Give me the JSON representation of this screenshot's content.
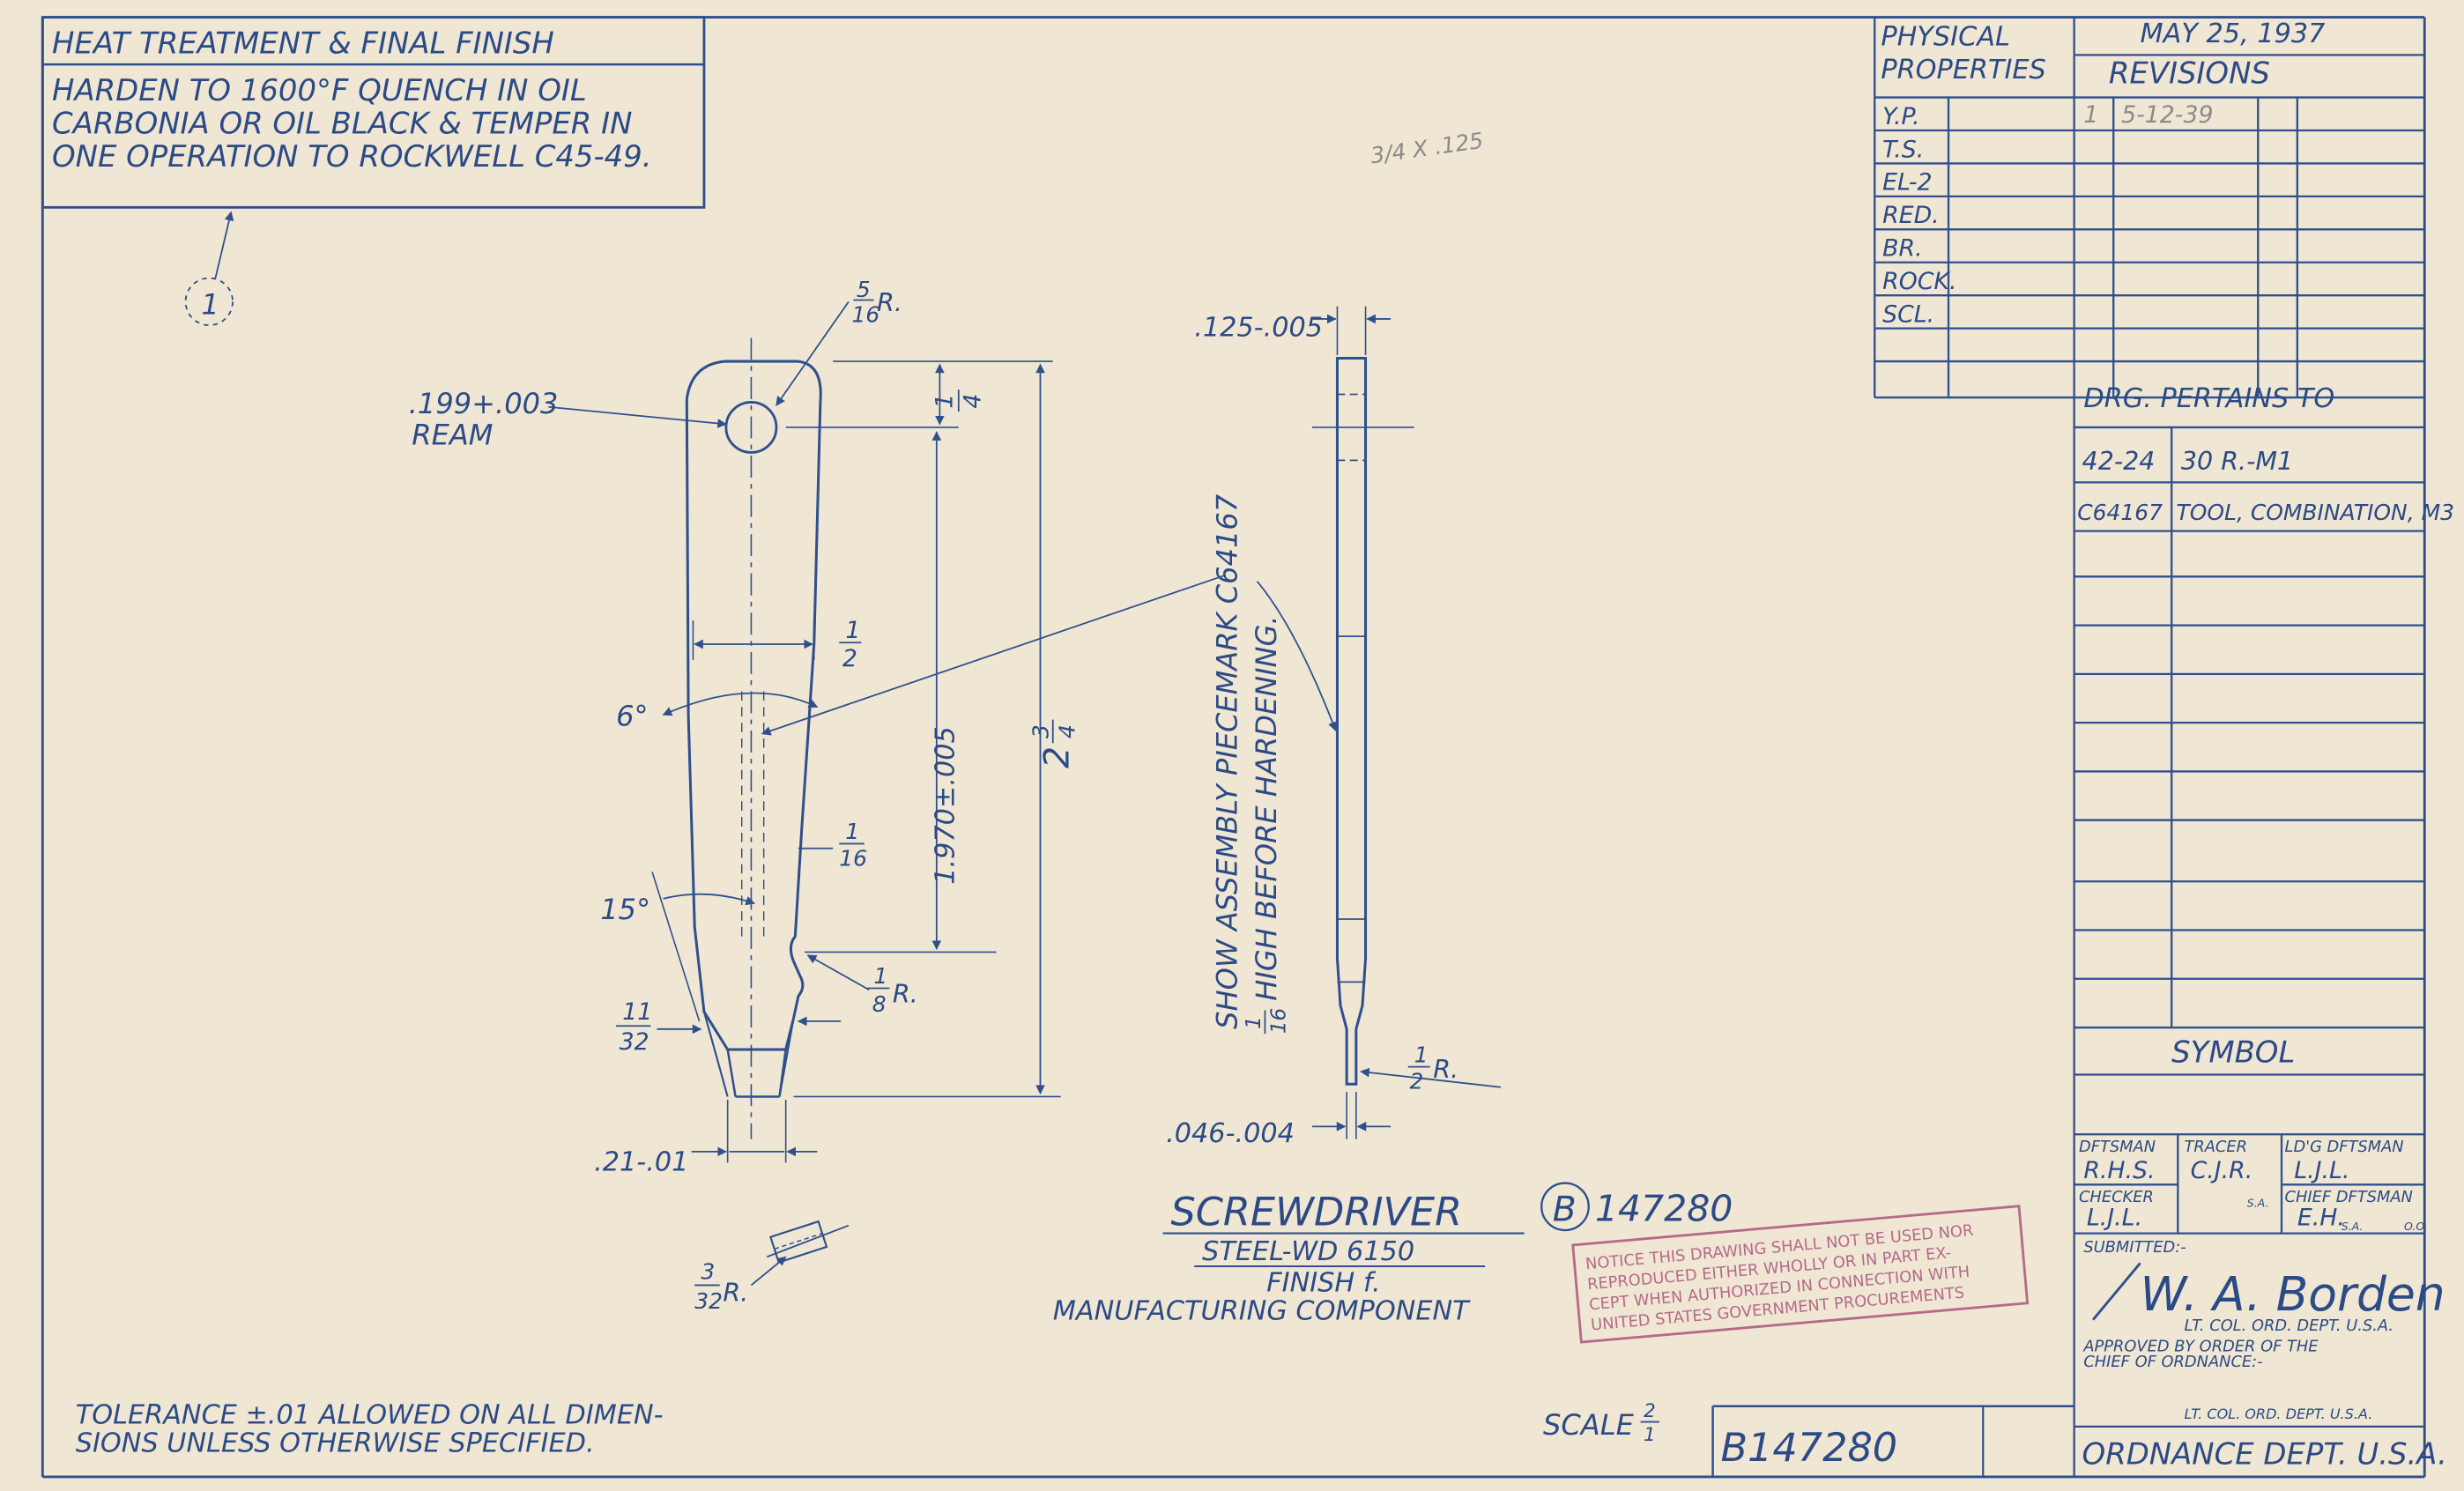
{
  "colors": {
    "paper": "#efe7d3",
    "ink": "#2f4f8e",
    "stamp": "#b56a8a",
    "pencil": "#8a8a8a"
  },
  "heat_treatment": {
    "title": "HEAT TREATMENT & FINAL FINISH",
    "lines": [
      "HARDEN TO 1600°F QUENCH IN OIL",
      "CARBONIA OR OIL BLACK & TEMPER IN",
      "ONE OPERATION TO ROCKWELL C45-49."
    ],
    "balloon": "1"
  },
  "pencil_note": "3/4 X .125",
  "physical_properties": {
    "title_line1": "PHYSICAL",
    "title_line2": "PROPERTIES",
    "rows": [
      "Y.P.",
      "T.S.",
      "EL-2",
      "RED.",
      "BR.",
      "ROCK.",
      "SCL."
    ]
  },
  "revisions": {
    "date": "MAY 25, 1937",
    "title": "REVISIONS",
    "entry_mark": "1",
    "entry_date": "5-12-39"
  },
  "pertains": {
    "title": "DRG. PERTAINS TO",
    "rows": [
      {
        "code": "42-24",
        "desc": "30 R.-M1"
      },
      {
        "code": "C64167",
        "desc": "TOOL, COMBINATION, M3"
      }
    ]
  },
  "symbol_label": "SYMBOL",
  "signoff": {
    "draftsman": "DFTSMAN",
    "tracer": "TRACER",
    "lds_draftsman": "LD'G DFTSMAN",
    "checker": "CHECKER",
    "chief_draftsman": "CHIEF DFTSMAN",
    "initials": [
      "R.H.S.",
      "C.J.R.",
      "L.J.L.",
      "L.J.L.",
      "E.H."
    ],
    "small_marks": [
      "S.A.",
      "S.A.",
      "O.O."
    ],
    "submitted": "SUBMITTED:-",
    "signature": "W. A. Borden",
    "officer1": "LT. COL. ORD. DEPT. U.S.A.",
    "approved": "APPROVED BY ORDER OF THE",
    "chief": "CHIEF OF ORDNANCE:-",
    "officer2": "LT. COL. ORD. DEPT. U.S.A.",
    "dept": "ORDNANCE DEPT. U.S.A."
  },
  "dimensions": {
    "hole_dia": ".199+.003",
    "ream": "REAM",
    "radius_top_num": "5",
    "radius_top_den": "16",
    "radius_suffix": "R.",
    "quarter_num": "1",
    "quarter_den": "4",
    "half_num": "1",
    "half_den": "2",
    "angle_6": "6°",
    "sixteenth_num": "1",
    "sixteenth_den": "16",
    "len_1970": "1.970±.005",
    "total_whole": "2",
    "total_num": "3",
    "total_den": "4",
    "angle_15": "15°",
    "eighth_num": "1",
    "eighth_den": "8",
    "tip_num": "11",
    "tip_den": "32",
    "width_tip": ".21-.01",
    "radius_332_num": "3",
    "radius_332_den": "32",
    "thickness": ".125-.005",
    "blade_tip": ".046-.004",
    "half_r_num": "1",
    "half_r_den": "2"
  },
  "note_piecemark": {
    "line1": "SHOW ASSEMBLY PIECEMARK C64167",
    "line2_num": "1",
    "line2_den": "16",
    "line2": "HIGH BEFORE HARDENING."
  },
  "title_block": {
    "name": "SCREWDRIVER",
    "size_letter": "B",
    "number": "147280",
    "material": "STEEL-WD 6150",
    "finish": "FINISH f.",
    "type": "MANUFACTURING COMPONENT"
  },
  "stamp": {
    "lines": [
      "NOTICE THIS DRAWING SHALL NOT BE USED NOR",
      "REPRODUCED EITHER WHOLLY OR IN PART EX-",
      "CEPT WHEN AUTHORIZED IN CONNECTION WITH",
      "UNITED STATES GOVERNMENT PROCUREMENTS"
    ]
  },
  "tolerance": {
    "line1": "TOLERANCE ±.01 ALLOWED ON ALL DIMEN-",
    "line2": "SIONS UNLESS OTHERWISE SPECIFIED."
  },
  "scale": {
    "label": "SCALE",
    "num": "2",
    "den": "1"
  },
  "drawing_number": "B147280"
}
